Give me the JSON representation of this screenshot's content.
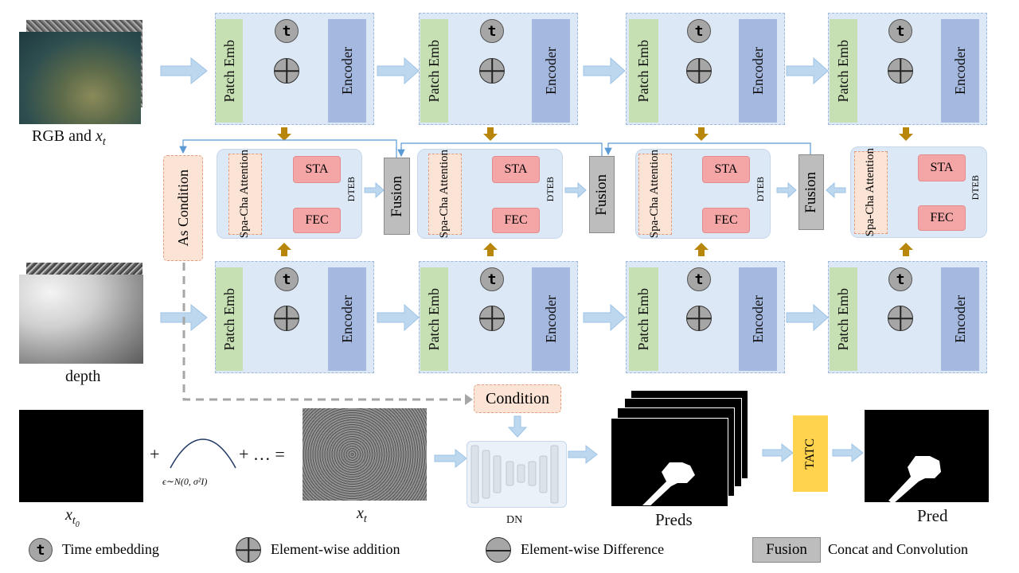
{
  "labels": {
    "rgb_caption": "RGB and ",
    "rgb_var": "x",
    "rgb_sub": "t",
    "depth_caption": "depth",
    "x_t0_var": "x",
    "x_t0_sub": "t",
    "x_t0_subsub": "0",
    "x_t_var": "x",
    "x_t_sub": "t",
    "epsilon_text": "ϵ∼N(0, σ²I)",
    "plus_sign": "+",
    "ellipsis_eq_a": "+ … =",
    "dn_label": "DN",
    "preds_label": "Preds",
    "pred_label": "Pred",
    "tatc_label": "TATC",
    "condition_label": "Condition",
    "as_condition_label": "As Condition"
  },
  "block": {
    "patch_emb": "Patch Emb",
    "encoder": "Encoder",
    "time_symbol": "t"
  },
  "dteb": {
    "spa_cha": "Spa-Cha Attention",
    "sta": "STA",
    "fec": "FEC",
    "tag": "DTEB"
  },
  "fusion_label": "Fusion",
  "legend": {
    "time_symbol": "t",
    "time_text": "Time embedding",
    "add_text": "Element-wise addition",
    "diff_text": "Element-wise Difference",
    "fusion_box": "Fusion",
    "fusion_text": "Concat and Convolution"
  },
  "colors": {
    "patch_emb": "#c6e0b4",
    "encoder": "#a4b8e0",
    "block_bg": "#dce8f5",
    "spa_cha": "#fbe4d5",
    "sta_fec": "#f4a6a6",
    "fusion": "#bdbdbd",
    "tatc": "#ffd34d",
    "arrow_gold": "#b8860b",
    "arrow_blue": "#9dc3e6"
  }
}
